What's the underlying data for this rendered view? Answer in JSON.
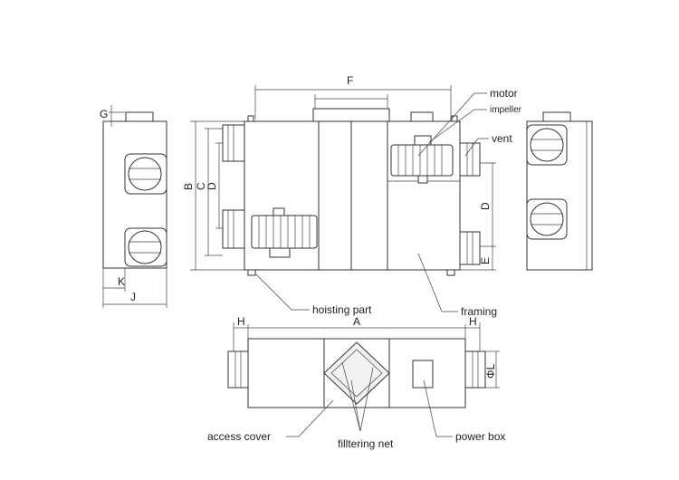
{
  "dimensions": {
    "A": "A",
    "B": "B",
    "C": "C",
    "D": "D",
    "E": "E",
    "F": "F",
    "G": "G",
    "H": "H",
    "J": "J",
    "K": "K",
    "phiL": "ΦL"
  },
  "callouts": {
    "motor": "motor",
    "impeller": "impeller",
    "vent": "vent",
    "hoisting_part": "hoisting part",
    "framing": "framing",
    "access_cover": "access cover",
    "filtering_net": "filltering net",
    "power_box": "power box"
  }
}
